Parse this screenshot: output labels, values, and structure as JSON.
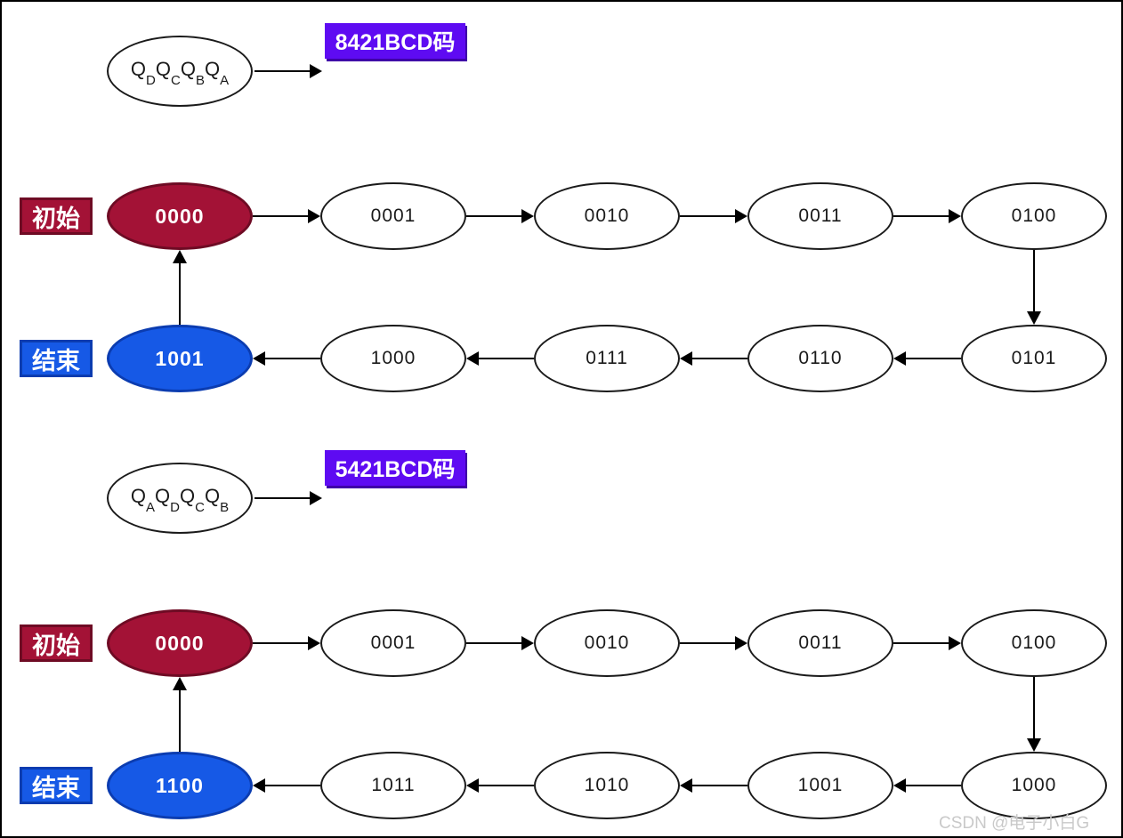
{
  "page": {
    "watermark": "CSDN @电子小白G"
  },
  "colors": {
    "initial_fill": "#A31236",
    "initial_border": "#6E0B24",
    "end_fill": "#1659E6",
    "end_border": "#0B3CB0",
    "title_bg": "#5E0BF2",
    "node_border": "#1a1a1a"
  },
  "diagrams": [
    {
      "title": "8421BCD码",
      "initial_label": "初始",
      "end_label": "结束",
      "legend": {
        "parts": [
          {
            "base": "Q",
            "sub": "D"
          },
          {
            "base": "Q",
            "sub": "C"
          },
          {
            "base": "Q",
            "sub": "B"
          },
          {
            "base": "Q",
            "sub": "A"
          }
        ]
      },
      "row1": [
        "0000",
        "0001",
        "0010",
        "0011",
        "0100"
      ],
      "row2": [
        "1001",
        "1000",
        "0111",
        "0110",
        "0101"
      ]
    },
    {
      "title": "5421BCD码",
      "initial_label": "初始",
      "end_label": "结束",
      "legend": {
        "parts": [
          {
            "base": "Q",
            "sub": "A"
          },
          {
            "base": "Q",
            "sub": "D"
          },
          {
            "base": "Q",
            "sub": "C"
          },
          {
            "base": "Q",
            "sub": "B"
          }
        ]
      },
      "row1": [
        "0000",
        "0001",
        "0010",
        "0011",
        "0100"
      ],
      "row2": [
        "1100",
        "1011",
        "1010",
        "1001",
        "1000"
      ]
    }
  ]
}
